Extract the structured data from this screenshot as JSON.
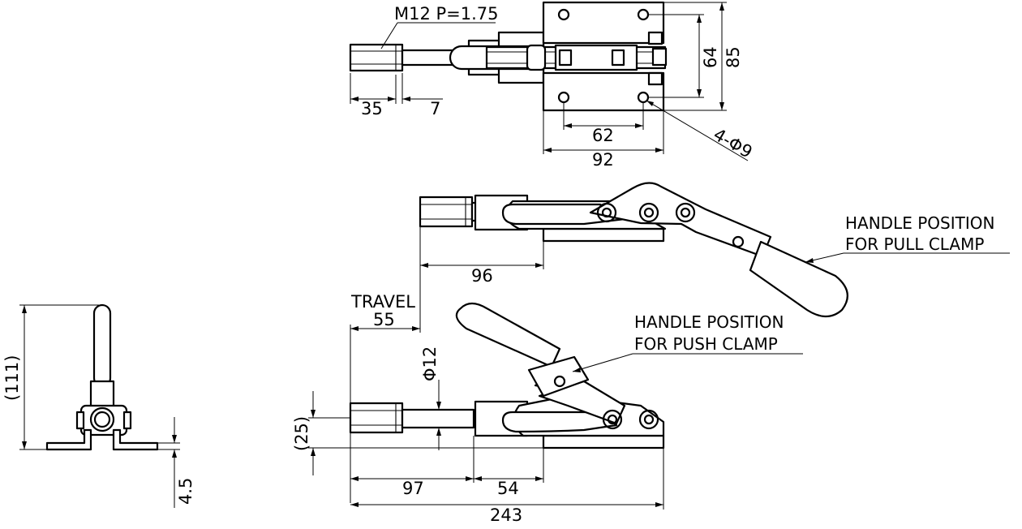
{
  "thread_label": "M12 P=1.75",
  "holes_label": "4-Φ9",
  "dims": {
    "d35": "35",
    "d7": "7",
    "d62": "62",
    "d92": "92",
    "d64": "64",
    "d85": "85",
    "d96": "96",
    "travel": "TRAVEL",
    "d55": "55",
    "d12": "Φ12",
    "d25": "(25)",
    "d97": "97",
    "d54": "54",
    "d243": "243",
    "d111": "(111)",
    "d45": "4.5"
  },
  "labels": {
    "pull_line1": "HANDLE POSITION",
    "pull_line2": "FOR PULL CLAMP",
    "push_line1": "HANDLE POSITION",
    "push_line2": "FOR PUSH CLAMP"
  }
}
